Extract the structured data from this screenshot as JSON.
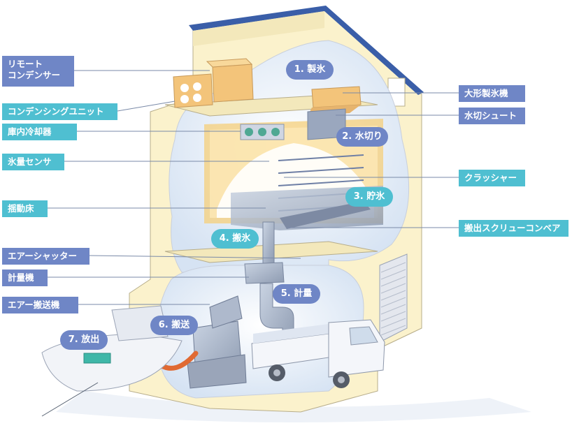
{
  "labels": {
    "remote_condenser": "リモート\nコンデンサー",
    "condensing_unit": "コンデンシングユニット",
    "cooler": "庫内冷却器",
    "ice_sensor": "氷量センサ",
    "shaking_floor": "揺動床",
    "air_shutter": "エアーシャッター",
    "weigher": "計量機",
    "air_conveyor": "エアー搬送機",
    "large_ice_machine": "大形製氷機",
    "drain_chute": "水切シュート",
    "crusher": "クラッシャー",
    "screw_conveyor": "搬出スクリューコンベア"
  },
  "steps": [
    {
      "label": "1. 製氷"
    },
    {
      "label": "2. 水切り"
    },
    {
      "label": "3. 貯氷"
    },
    {
      "label": "4. 搬氷"
    },
    {
      "label": "5. 計量"
    },
    {
      "label": "6. 搬送"
    },
    {
      "label": "7. 放出"
    }
  ],
  "colors": {
    "label_dark": "#6f86c6",
    "label_light": "#4fbfd1",
    "roof": "#3a5ea8",
    "wall": "#fbf2cc",
    "storage": "#f6cf7a"
  }
}
